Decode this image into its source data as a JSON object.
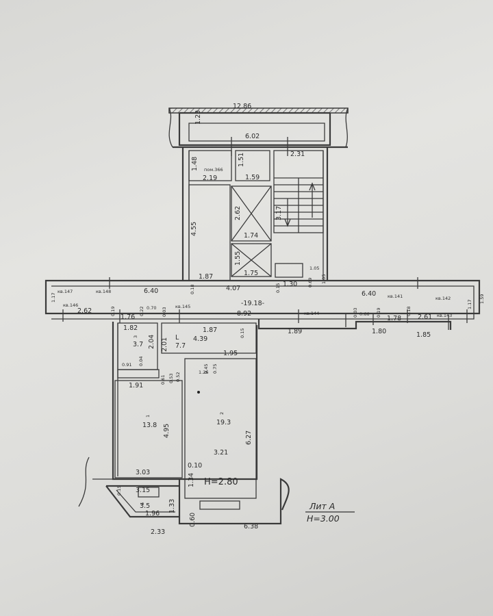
{
  "plan": {
    "overall_width": "12.86",
    "top_inner": "6.02",
    "top_depth": "1.23",
    "stair_width": "2.31",
    "room_366_depth": "1.48",
    "room_366_label": "пом.366",
    "room_366_width": "2.19",
    "room_1_59": "1.59",
    "dim_1_51": "1.51",
    "shaft_1_length": "2.62",
    "shaft_1_width": "1.74",
    "shaft_2_length": "1.55",
    "shaft_2_width": "1.75",
    "stair_length": "3.17",
    "hall_length": "4.55",
    "hall_width": "1.87",
    "corridor_4_07": "4.07",
    "dim_0_18": "0.18",
    "dim_0_15": "0.15",
    "dim_1_30": "1.30",
    "dim_0_69": "0.69",
    "dim_1_05a": "1.05",
    "dim_1_05b": "1.05",
    "corr_left_len": "6.40",
    "corr_right_len": "6.40",
    "corr_depth_left": "1.17",
    "corr_depth_right": "1.59",
    "corr_depth_right2": "1.17",
    "apt_147": "кв.147",
    "apt_148": "кв.148",
    "apt_146": "кв.146",
    "apt_145": "кв.145",
    "apt_144": "кв.144",
    "apt_141": "кв.141",
    "apt_142": "кв.142",
    "apt_143": "кв.143",
    "corr_total": "-19.18-",
    "corr_8_92": "8.92",
    "d_2_62": "2.62",
    "d_0_19a": "0.19",
    "d_1_76": "1.76",
    "d_0_22": "0.22",
    "d_0_70": "0.70",
    "d_0_03a": "0.03",
    "d_0_03b": "0.03",
    "d_0_66": "0.66",
    "d_0_19b": "0.19",
    "d_1_78": "1.78",
    "d_0_18": "0.18",
    "d_2_61": "2.61",
    "d_1_89": "1.89",
    "d_1_80": "1.80",
    "d_1_85": "1.85",
    "r3_width": "1.82",
    "r3_num": "3",
    "r3_area": "3.7",
    "r3_depth": "2.04",
    "d_2_01": "2.01",
    "r_hall_num": "L",
    "r_hall_area": "7.7",
    "r_hall_len": "4.39",
    "r_hall_w": "1.87",
    "d_0_15b": "0.15",
    "d_1_95": "1.95",
    "d_0_91": "0.91",
    "d_0_04": "0.04",
    "d_0_61": "0.61",
    "d_0_53": "0.53",
    "d_0_52": "0.52",
    "d_1_26": "1.26",
    "d_0_45": "0.45",
    "d_0_75": "0.75",
    "r1_width": "1.91",
    "r1_num": "1",
    "r1_area": "13.8",
    "r1_depth": "4.95",
    "r2_num": "2",
    "r2_area": "19.3",
    "r2_len": "6.27",
    "r2_width": "3.21",
    "d_0_10": "0.10",
    "d_3_03": "3.03",
    "d_1_34": "1.34",
    "room_height": "H=2.80",
    "d_3_15": "3.15",
    "d_0_15c": "0.15",
    "balc_num": "5",
    "balc_area": "3.5",
    "d_1_96": "1.96",
    "d_1_33": "1.33",
    "d_0_60": "0.60",
    "d_2_33": "2.33",
    "d_6_38": "6.38",
    "lit_label": "Лит А",
    "lit_height": "H=3.00"
  }
}
